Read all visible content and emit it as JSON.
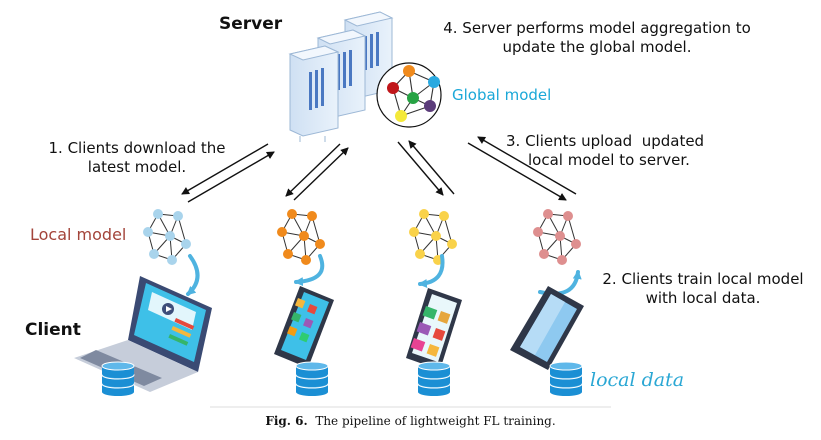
{
  "labels": {
    "server": "Server",
    "client": "Client",
    "global_model": "Global model",
    "local_model": "Local model",
    "local_data": "local data"
  },
  "steps": {
    "step1_line1": "1. Clients download the",
    "step1_line2": "latest model.",
    "step2_line1": "2. Clients train local model",
    "step2_line2": "with local data.",
    "step3_line1": "3. Clients upload  updated",
    "step3_line2": "local model to server.",
    "step4_line1": "4. Server performs model aggregation to",
    "step4_line2": "update the global model."
  },
  "caption": {
    "prefix": "Fig. 6.",
    "text": "The pipeline of lightweight FL training."
  },
  "colors": {
    "label_global": "#1ba8d8",
    "label_local_model": "#a3443a",
    "label_local_data": "#2aa7d4",
    "node_client1": "#a9d4ec",
    "node_client2": "#f08a1c",
    "node_client3": "#f9d24a",
    "node_client4": "#de8f8f",
    "db_blue": "#1b8fd4",
    "curve_arrow": "#4fb3e0"
  }
}
